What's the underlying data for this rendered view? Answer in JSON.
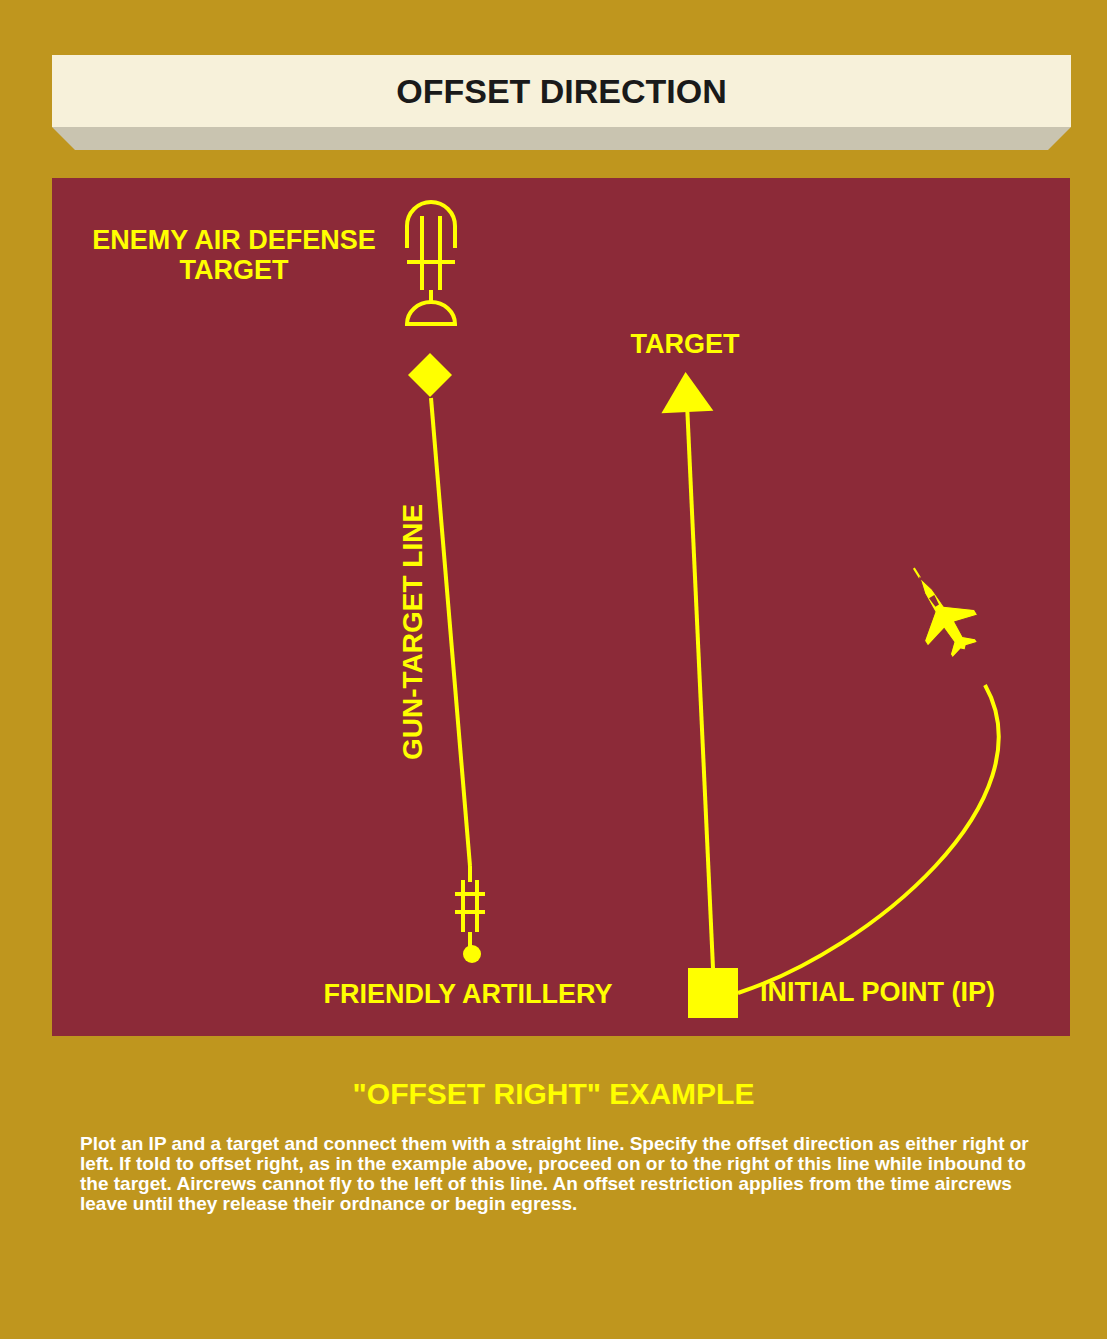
{
  "diagram": {
    "title": "OFFSET DIRECTION",
    "caption": "\"OFFSET RIGHT\" EXAMPLE",
    "nodes": [
      {
        "text": [
          "ENEMY AIR DEFENSE TARGET"
        ]
      },
      {
        "text": [
          "TARGET"
        ]
      },
      {
        "text": [
          "FRIENDLY ARTILLERY"
        ]
      },
      {
        "text": [
          "INITIAL POINT (IP)"
        ]
      }
    ],
    "edges": [
      {
        "from": 2,
        "to": 0,
        "arrow": "none",
        "label": "GUN-TARGET LINE"
      },
      {
        "from": 3,
        "to": 1,
        "arrow": "to"
      }
    ],
    "labels": [
      "Plot an IP and a target and connect them with a straight line. Specify the offset direction as either right or left. If told to offset right, as in the example above, proceed on or to the right of this line while inbound to the target. Aircrews cannot fly to the left of this line. An offset restriction applies from the time aircrews leave until they release their ordnance or begin egress."
    ]
  }
}
